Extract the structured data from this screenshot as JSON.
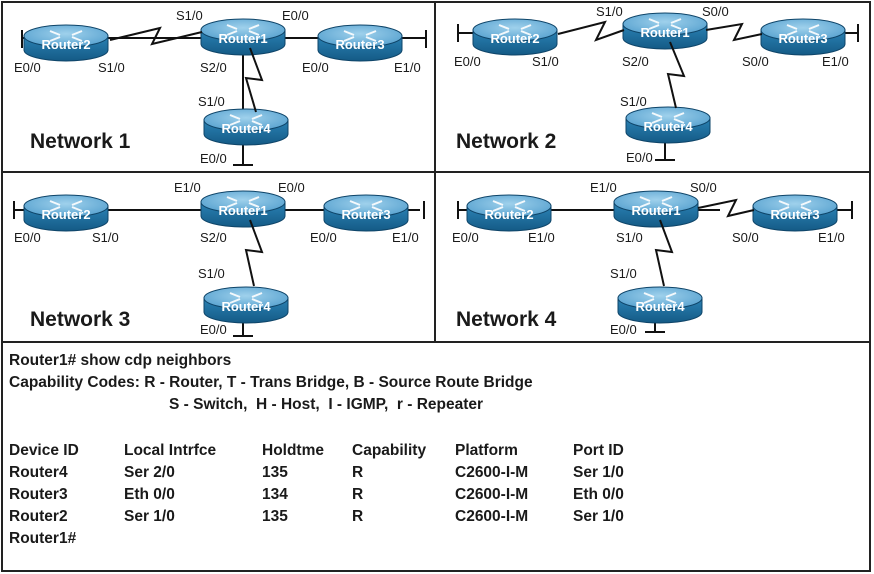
{
  "networks": [
    {
      "title": "Network 1",
      "routers": {
        "r1": "Router1",
        "r2": "Router2",
        "r3": "Router3",
        "r4": "Router4"
      },
      "labels": {
        "r2_left": "E0/0",
        "r2_right": "S1/0",
        "r1_top_left": "S1/0",
        "r1_top_right": "E0/0",
        "r1_down": "S2/0",
        "r3_left": "E0/0",
        "r3_right": "E1/0",
        "r4_top": "S1/0",
        "r4_bottom": "E0/0"
      }
    },
    {
      "title": "Network 2",
      "routers": {
        "r1": "Router1",
        "r2": "Router2",
        "r3": "Router3",
        "r4": "Router4"
      },
      "labels": {
        "r2_left": "E0/0",
        "r2_right": "S1/0",
        "r1_top_left": "S1/0",
        "r1_top_right": "S0/0",
        "r1_down": "S2/0",
        "r3_left": "S0/0",
        "r3_right": "E1/0",
        "r4_top": "S1/0",
        "r4_bottom": "E0/0"
      }
    },
    {
      "title": "Network 3",
      "routers": {
        "r1": "Router1",
        "r2": "Router2",
        "r3": "Router3",
        "r4": "Router4"
      },
      "labels": {
        "r2_left": "E0/0",
        "r2_right": "S1/0",
        "r1_top_left": "E1/0",
        "r1_top_right": "E0/0",
        "r1_down": "S2/0",
        "r3_left": "E0/0",
        "r3_right": "E1/0",
        "r4_top": "S1/0",
        "r4_bottom": "E0/0"
      }
    },
    {
      "title": "Network 4",
      "routers": {
        "r1": "Router1",
        "r2": "Router2",
        "r3": "Router3",
        "r4": "Router4"
      },
      "labels": {
        "r2_left": "E0/0",
        "r2_right": "E1/0",
        "r1_top_left": "E1/0",
        "r1_top_right": "S0/0",
        "r1_down": "S1/0",
        "r3_left": "S0/0",
        "r3_right": "E1/0",
        "r4_top": "S1/0",
        "r4_bottom": "E0/0"
      }
    }
  ],
  "cli": {
    "command": "Router1# show cdp neighbors",
    "capability_line1": "Capability Codes: R - Router, T - Trans Bridge, B - Source Route Bridge",
    "capability_line2": "S - Switch,  H - Host,  I - IGMP,  r - Repeater",
    "headers": [
      "Device ID",
      "Local Intrfce",
      "Holdtme",
      "Capability",
      "Platform",
      "Port ID"
    ],
    "rows": [
      [
        "Router4",
        "Ser 2/0",
        "135",
        "R",
        "C2600-I-M",
        "Ser 1/0"
      ],
      [
        "Router3",
        "Eth 0/0",
        "134",
        "R",
        "C2600-I-M",
        "Eth 0/0"
      ],
      [
        "Router2",
        "Ser 1/0",
        "135",
        "R",
        "C2600-I-M",
        "Ser 1/0"
      ]
    ],
    "prompt": "Router1#"
  },
  "colors": {
    "router_top": "#5fa8cf",
    "router_side": "#1f6f9e",
    "border": "#222222"
  }
}
